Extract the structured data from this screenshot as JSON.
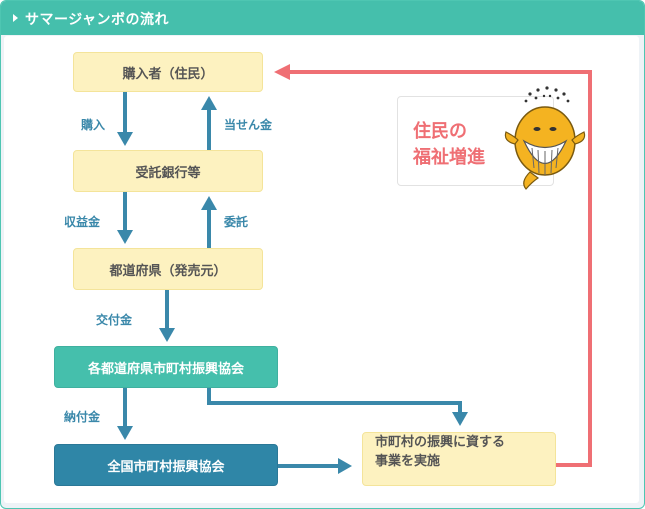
{
  "header": {
    "title": "サマージャンボの流れ"
  },
  "nodes": {
    "purchaser": "購入者（住民）",
    "bank": "受託銀行等",
    "prefecture": "都道府県（発売元）",
    "prefAssoc": "各都道府県市町村振興協会",
    "nationalAssoc": "全国市町村振興協会",
    "projects_line1": "市町村の振興に資する",
    "projects_line2": "事業を実施"
  },
  "edges": {
    "purchase": "購入",
    "winnings": "当せん金",
    "revenue": "収益金",
    "consignment": "委託",
    "grant": "交付金",
    "payment": "納付金"
  },
  "callout": {
    "line1": "住民の",
    "line2": "福祉増進"
  },
  "colors": {
    "teal": "#45bfac",
    "navy": "#2f86a7",
    "yellow": "#fdf2c0",
    "arrow_blue": "#3a88aa",
    "arrow_red": "#ef6f74"
  }
}
